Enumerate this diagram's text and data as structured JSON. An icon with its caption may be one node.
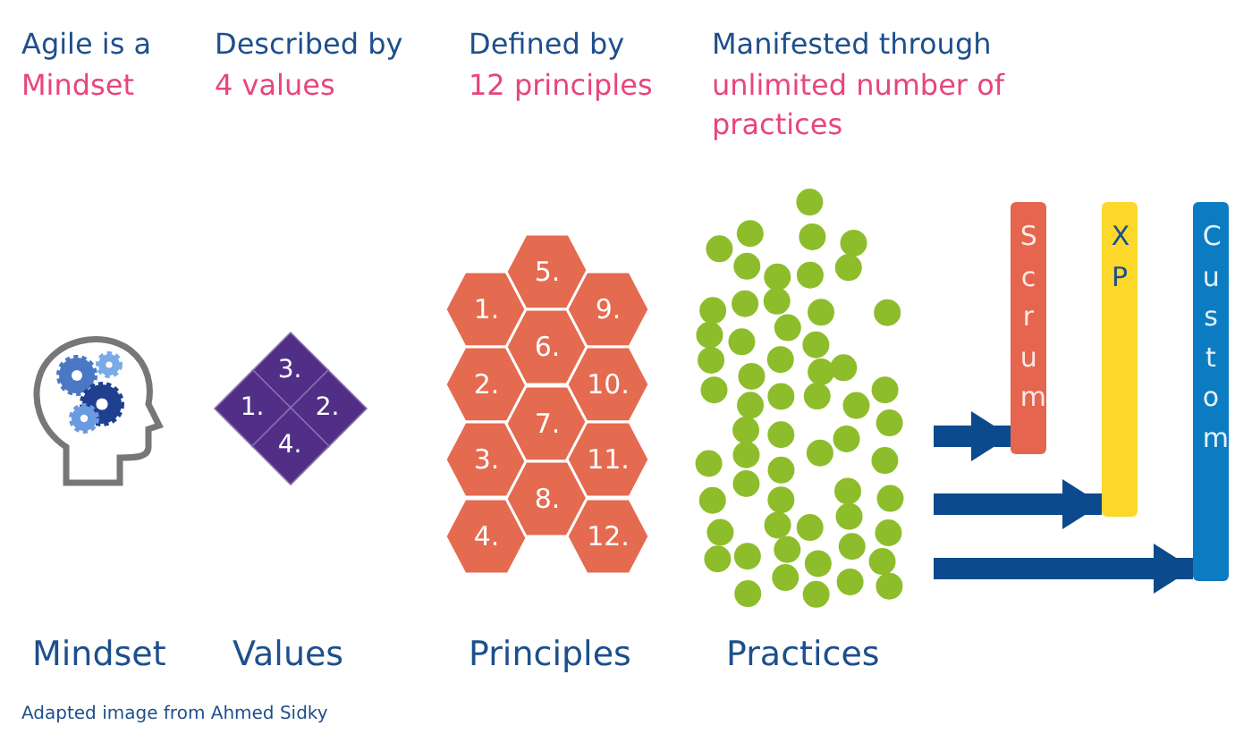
{
  "diagram": {
    "caption": "Adapted image from Ahmed Sidky",
    "nodes": [
      {
        "text": [
          "3."
        ]
      },
      {
        "text": [
          "1."
        ]
      },
      {
        "text": [
          "2."
        ]
      },
      {
        "text": [
          "4."
        ]
      },
      {
        "text": [
          "1."
        ]
      },
      {
        "text": [
          "2."
        ]
      },
      {
        "text": [
          "3."
        ]
      },
      {
        "text": [
          "4."
        ]
      },
      {
        "text": [
          "5."
        ]
      },
      {
        "text": [
          "6."
        ]
      },
      {
        "text": [
          "7."
        ]
      },
      {
        "text": [
          "8."
        ]
      },
      {
        "text": [
          "9."
        ]
      },
      {
        "text": [
          "10."
        ]
      },
      {
        "text": [
          "11."
        ]
      },
      {
        "text": [
          "12."
        ]
      },
      {
        "text": [
          "Scrum"
        ]
      },
      {
        "text": [
          "XP"
        ]
      },
      {
        "text": [
          "Custom"
        ]
      }
    ],
    "edges": [
      {
        "from": null,
        "to": 16,
        "arrow": "to"
      },
      {
        "from": null,
        "to": 17,
        "arrow": "to"
      },
      {
        "from": null,
        "to": 18,
        "arrow": "to"
      }
    ],
    "labels": [
      "Agile is a",
      "Described by",
      "Defined by",
      "Manifested through",
      "Mindset",
      "4 values",
      "12 principles",
      "unlimited number of practices",
      "Mindset",
      "Values",
      "Principles",
      "Practices"
    ]
  }
}
